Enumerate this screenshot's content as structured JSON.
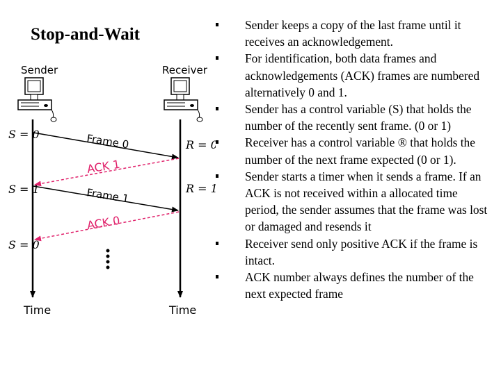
{
  "title": "Stop-and-Wait",
  "diagram": {
    "sender_label": "Sender",
    "receiver_label": "Receiver",
    "sender_states": [
      "S = 0",
      "S = 1",
      "S = 0"
    ],
    "receiver_states": [
      "R = 0",
      "R = 1"
    ],
    "messages": [
      {
        "label": "Frame 0",
        "direction": "sender-to-receiver",
        "color": "#000000"
      },
      {
        "label": "ACK 1",
        "direction": "receiver-to-sender",
        "color": "#e0206a"
      },
      {
        "label": "Frame 1",
        "direction": "sender-to-receiver",
        "color": "#000000"
      },
      {
        "label": "ACK 0",
        "direction": "receiver-to-sender",
        "color": "#e0206a"
      }
    ],
    "time_label_sender": "Time",
    "time_label_receiver": "Time"
  },
  "bullets": [
    "Sender keeps a copy of the last frame until it receives an acknowledgement.",
    "For identification, both data frames and acknowledgements (ACK) frames are numbered alternatively 0 and 1.",
    "Sender has a control variable (S) that holds the number of the recently sent frame. (0 or 1)",
    "Receiver has a control variable ® that holds the number of the next frame expected (0 or 1).",
    "Sender starts a timer when it sends a frame. If an ACK is not received within a allocated time period, the sender assumes that the frame was lost or damaged and resends it",
    "Receiver send only positive ACK if the frame is intact.",
    "ACK number always defines the number of the next expected frame"
  ]
}
